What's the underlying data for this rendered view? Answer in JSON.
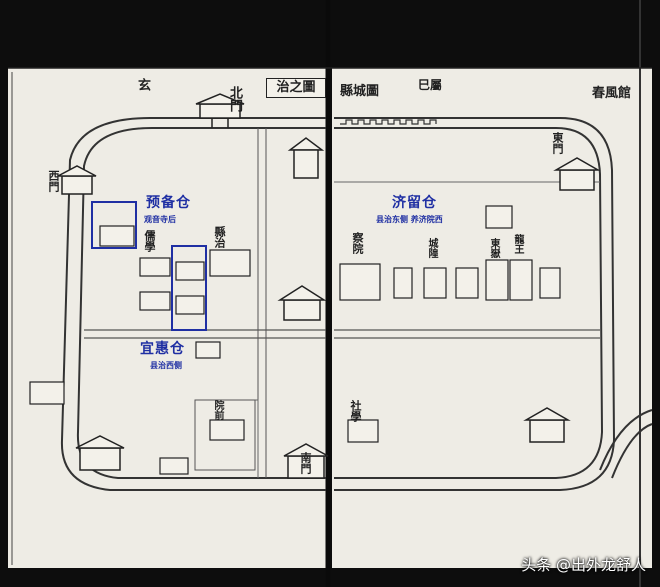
{
  "map": {
    "title": "治之圖",
    "title_rest": "縣城圖",
    "labels": {
      "gate_north": "北門",
      "gate_south": "南門",
      "gate_east": "東門",
      "gate_west": "西門",
      "yuanyuan": "玄",
      "gate_top_right": "春風館",
      "county_office": "縣治",
      "confucian_school": "儒學",
      "pavilion_top_right": "巳屬",
      "yishe": "社學",
      "chenghuang": "城隍",
      "longwang": "龍王",
      "caihua": "察院",
      "yuantong": "東嶽",
      "qiuxian": "院前"
    }
  },
  "annotations": {
    "yubei": {
      "title": "预备仓",
      "sub": "观音寺后"
    },
    "jiliu": {
      "title": "济留仓",
      "sub": "县治东侧 养济院西"
    },
    "yihui": {
      "title": "宜惠仓",
      "sub": "县治西侧"
    }
  },
  "watermark": "头条 @出外龙舒人",
  "colors": {
    "accent_blue": "#1f2fa3",
    "paper": "#f3f1ea",
    "ink": "#222222"
  }
}
